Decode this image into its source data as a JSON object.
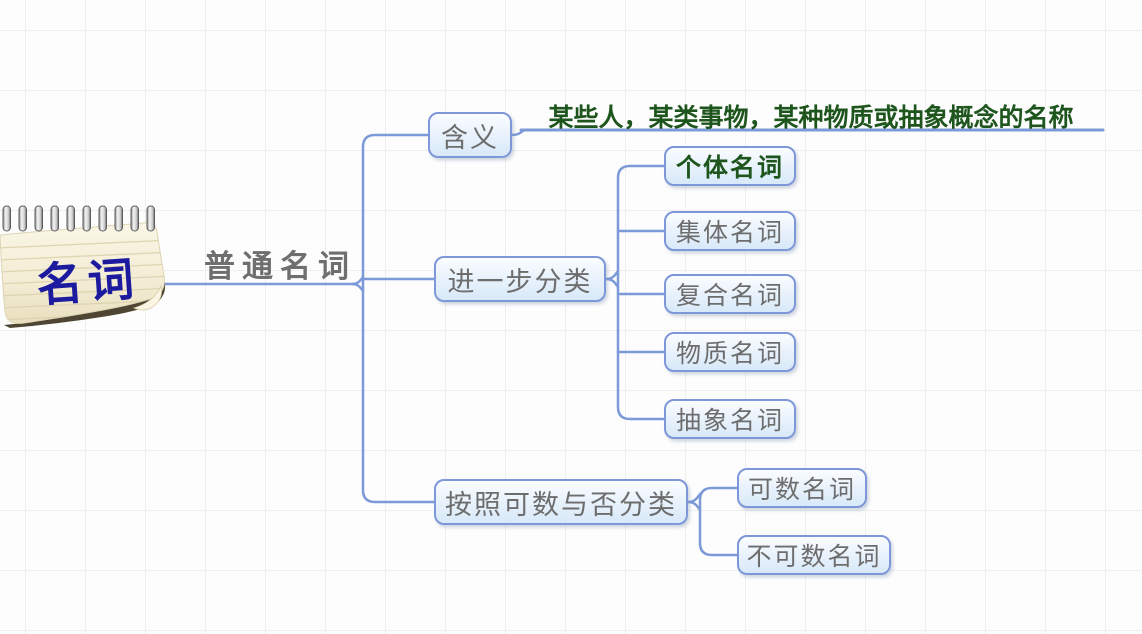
{
  "colors": {
    "node_border": "#7d97d9",
    "connector": "#7d9ad8",
    "node_text": "#6d6d6d",
    "accent_green": "#1d551d",
    "root_text": "#1c1a9e",
    "grid_line": "#efefef"
  },
  "root": {
    "label": "名词"
  },
  "trunk": {
    "label": "普通名词"
  },
  "branches": {
    "meaning": {
      "label": "含义",
      "note": "某些人，某类事物，某种物质或抽象概念的名称"
    },
    "classification": {
      "label": "进一步分类",
      "children": [
        {
          "label": "个体名词",
          "emphasis": true
        },
        {
          "label": "集体名词"
        },
        {
          "label": "复合名词"
        },
        {
          "label": "物质名词"
        },
        {
          "label": "抽象名词"
        }
      ]
    },
    "countability": {
      "label": "按照可数与否分类",
      "children": [
        {
          "label": "可数名词"
        },
        {
          "label": "不可数名词"
        }
      ]
    }
  }
}
